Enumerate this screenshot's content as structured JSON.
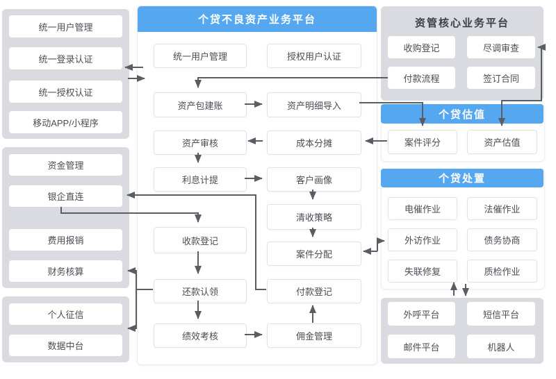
{
  "colors": {
    "accent_blue": "#55a8f0",
    "panel_gray": "#d9dbe0",
    "arrow": "#5a5d63",
    "box_border": "#dfe2e8",
    "box_text": "#4a4d55",
    "panel_title_text": "#3c3f46"
  },
  "left": {
    "system_panel": [
      "统一用户管理",
      "统一登录认证",
      "统一授权认证",
      "移动APP/小程序"
    ],
    "finance_panel": [
      "资金管理",
      "银企直连",
      "费用报销",
      "财务核算"
    ],
    "data_panel": [
      "个人征信",
      "数据中台"
    ]
  },
  "main": {
    "title": "个贷不良资产业务平台",
    "items": [
      "统一用户管理",
      "授权用户认证",
      "资产包建账",
      "资产明细导入",
      "资产审核",
      "成本分摊",
      "利息计提",
      "客户画像",
      "清收策略",
      "收款登记",
      "案件分配",
      "还款认领",
      "付款登记",
      "绩效考核",
      "佣金管理"
    ]
  },
  "core": {
    "title": "资管核心业务平台",
    "items": [
      "收购登记",
      "尽调审查",
      "付款流程",
      "签订合同"
    ]
  },
  "valuation": {
    "title": "个贷估值",
    "items": [
      "案件评分",
      "资产估值"
    ]
  },
  "disposal": {
    "title": "个贷处置",
    "items": [
      "电催作业",
      "法催作业",
      "外访作业",
      "债务协商",
      "失联修复",
      "质检作业"
    ]
  },
  "channels": {
    "items": [
      "外呼平台",
      "短信平台",
      "邮件平台",
      "机器人"
    ]
  }
}
